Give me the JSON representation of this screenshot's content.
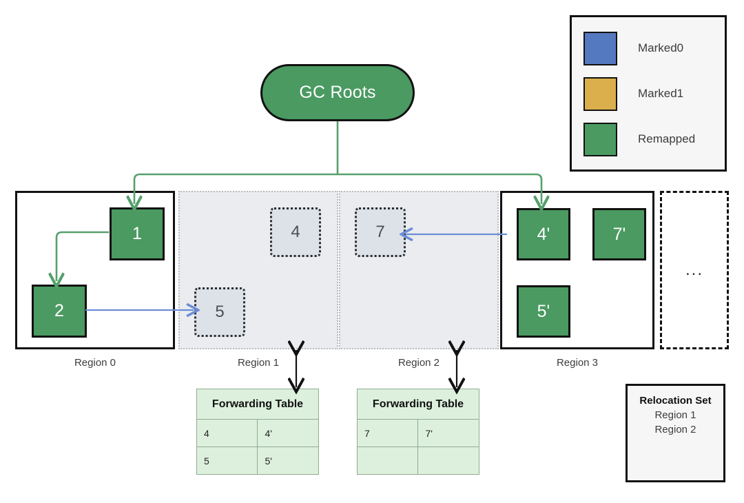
{
  "title": "ZGC relocation diagram",
  "gc_roots": {
    "label": "GC Roots"
  },
  "legend": {
    "items": [
      {
        "label": "Marked0",
        "color": "#5579c0",
        "icon": "square-swatch"
      },
      {
        "label": "Marked1",
        "color": "#dbb04c",
        "icon": "square-swatch"
      },
      {
        "label": "Remapped",
        "color": "#4a9a61",
        "icon": "square-swatch"
      }
    ]
  },
  "regions": [
    {
      "label": "Region 0",
      "state": "active",
      "objects": [
        {
          "label": "1",
          "state": "live"
        },
        {
          "label": "2",
          "state": "live"
        }
      ]
    },
    {
      "label": "Region 1",
      "state": "relocating",
      "objects": [
        {
          "label": "4",
          "state": "stale"
        },
        {
          "label": "5",
          "state": "stale"
        }
      ]
    },
    {
      "label": "Region 2",
      "state": "relocating",
      "objects": [
        {
          "label": "7",
          "state": "stale"
        }
      ]
    },
    {
      "label": "Region 3",
      "state": "active",
      "objects": [
        {
          "label": "4'",
          "state": "live"
        },
        {
          "label": "7'",
          "state": "live"
        },
        {
          "label": "5'",
          "state": "live"
        }
      ]
    }
  ],
  "more_regions": {
    "label": "..."
  },
  "forwarding_tables": [
    {
      "title": "Forwarding Table",
      "rows": [
        {
          "from": "4",
          "to": "4'"
        },
        {
          "from": "5",
          "to": "5'"
        }
      ]
    },
    {
      "title": "Forwarding Table",
      "rows": [
        {
          "from": "7",
          "to": "7'"
        },
        {
          "from": "",
          "to": ""
        }
      ]
    }
  ],
  "relocation_set": {
    "title": "Relocation Set",
    "items": [
      "Region 1",
      "Region 2"
    ]
  },
  "colors": {
    "remapped": "#4a9a61",
    "marked0": "#5579c0",
    "marked1": "#dbb04c",
    "root_edge": "#55a06b",
    "ref_edge": "#6b8dd6",
    "stale_fill": "#dde2e9",
    "dim_region": "#eaecef",
    "table_fill": "#ddf0dd"
  }
}
